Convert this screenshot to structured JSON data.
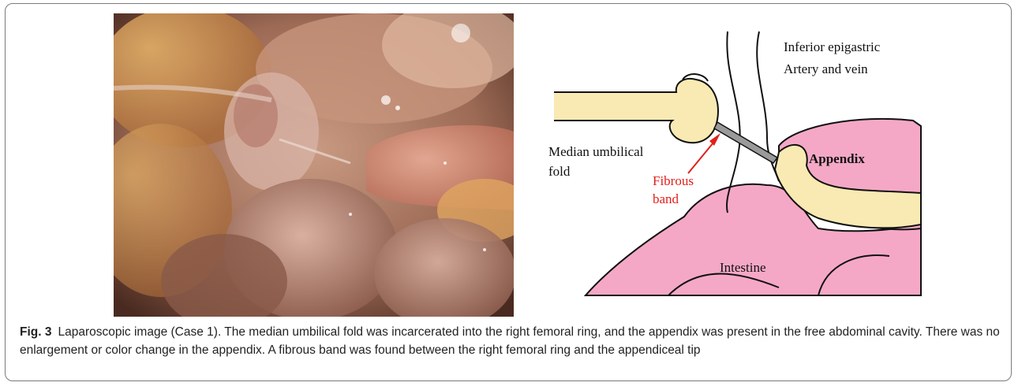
{
  "figure": {
    "label": "Fig. 3",
    "caption": "Laparoscopic image (Case 1). The median umbilical fold was incarcerated into the right femoral ring, and the appendix was present in the free abdominal cavity. There was no enlargement or color change in the appendix. A fibrous band was found between the right femoral ring and the appendiceal tip"
  },
  "diagram": {
    "vessel_line1": "Inferior epigastric",
    "vessel_line2": "Artery and vein",
    "fold_line1": "Median umbilical",
    "fold_line2": "fold",
    "band_line1": "Fibrous",
    "band_line2": "band",
    "appendix": "Appendix",
    "intestine": "Intestine",
    "colors": {
      "fold": "#f8eab2",
      "intestine": "#f5a8c6",
      "band": "#9a9a9a",
      "arrow": "#e0201c"
    }
  },
  "photo": {
    "alt_icon": "laparoscopic-photo"
  }
}
